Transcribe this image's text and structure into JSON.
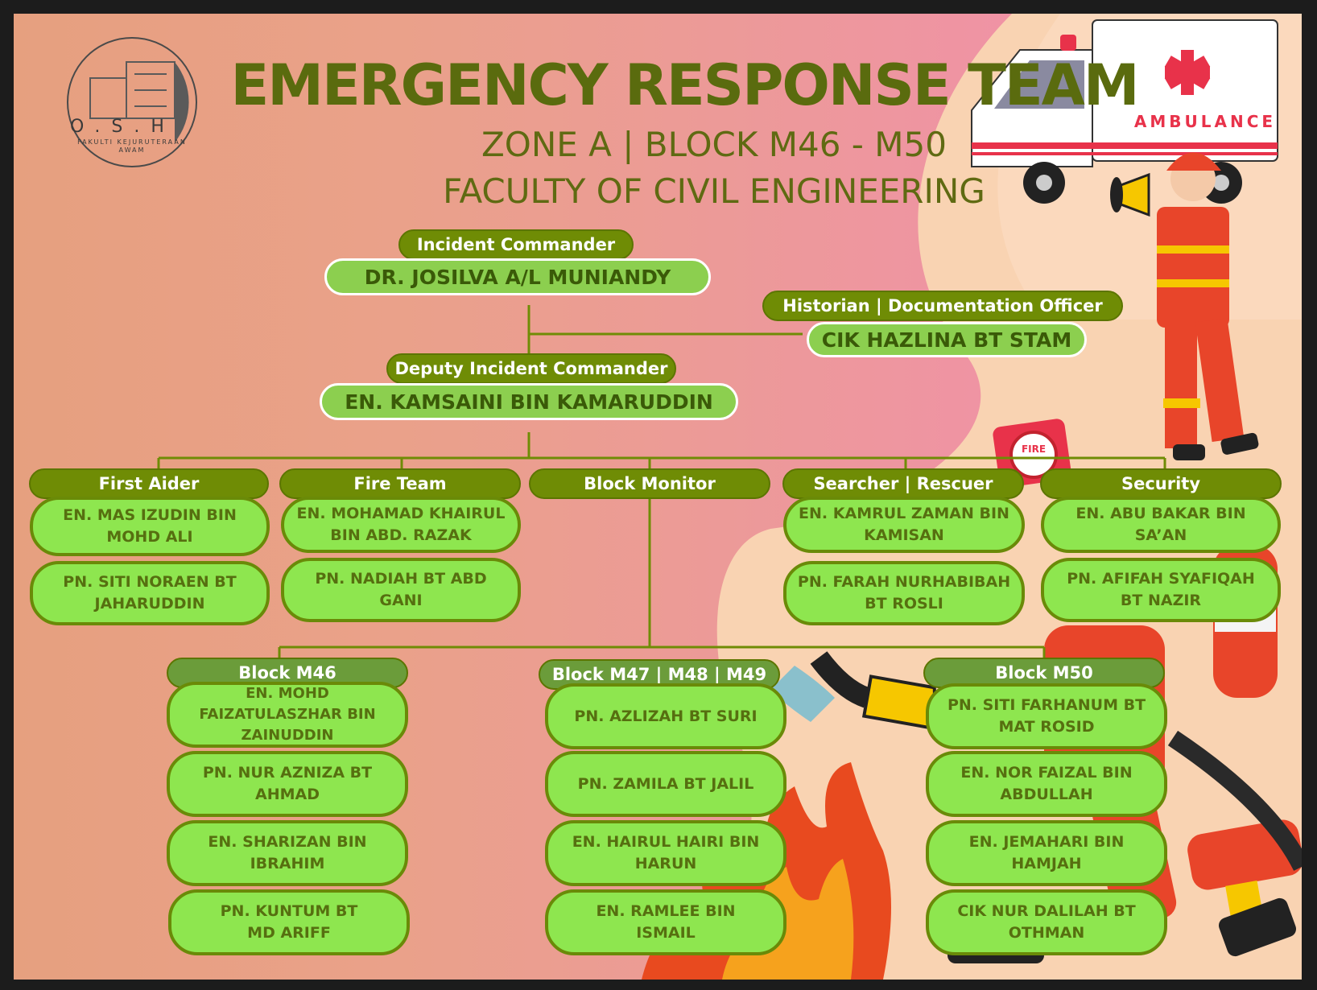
{
  "header": {
    "title": "EMERGENCY RESPONSE TEAM",
    "subtitle_zone": "ZONE A | BLOCK M46 - M50",
    "subtitle_faculty": "FACULTY OF CIVIL ENGINEERING"
  },
  "logo": {
    "letters": "O.S.H",
    "text": "FAKULTI KEJURUTERAAN AWAM"
  },
  "ambulance_label": "AMBULANCE",
  "fire_alarm_label": "FIRE",
  "commander": {
    "role": "Incident Commander",
    "name": "DR. JOSILVA A/L MUNIANDY"
  },
  "historian": {
    "role": "Historian | Documentation Officer",
    "name": "CIK HAZLINA BT STAM"
  },
  "deputy": {
    "role": "Deputy Incident Commander",
    "name": "EN. KAMSAINI BIN KAMARUDDIN"
  },
  "teams": [
    {
      "role": "First Aider",
      "members": [
        [
          "EN. MAS IZUDIN BIN",
          "MOHD ALI"
        ],
        [
          "PN. SITI NORAEN BT",
          "JAHARUDDIN"
        ]
      ]
    },
    {
      "role": "Fire Team",
      "members": [
        [
          "EN. MOHAMAD KHAIRUL",
          "BIN ABD. RAZAK"
        ],
        [
          "PN. NADIAH BT ABD",
          "GANI"
        ]
      ]
    },
    {
      "role": "Block Monitor",
      "members": []
    },
    {
      "role": "Searcher | Rescuer",
      "members": [
        [
          "EN. KAMRUL ZAMAN BIN",
          "KAMISAN"
        ],
        [
          "PN. FARAH NURHABIBAH",
          "BT ROSLI"
        ]
      ]
    },
    {
      "role": "Security",
      "members": [
        [
          "EN. ABU BAKAR BIN",
          "SA’AN"
        ],
        [
          "PN. AFIFAH SYAFIQAH",
          "BT NAZIR"
        ]
      ]
    }
  ],
  "blocks": [
    {
      "role": "Block M46",
      "members": [
        [
          "EN. MOHD",
          "FAIZATULASZHAR BIN",
          "ZAINUDDIN"
        ],
        [
          "PN. NUR AZNIZA BT",
          "AHMAD"
        ],
        [
          "EN. SHARIZAN BIN",
          "IBRAHIM"
        ],
        [
          "PN. KUNTUM BT",
          "MD ARIFF"
        ]
      ]
    },
    {
      "role": "Block M47 | M48 | M49",
      "members": [
        [
          "PN. AZLIZAH BT SURI"
        ],
        [
          "PN. ZAMILA BT JALIL"
        ],
        [
          "EN. HAIRUL HAIRI BIN",
          "HARUN"
        ],
        [
          "EN. RAMLEE BIN",
          "ISMAIL"
        ]
      ]
    },
    {
      "role": "Block M50",
      "members": [
        [
          "PN. SITI FARHANUM BT",
          "MAT ROSID"
        ],
        [
          "EN. NOR FAIZAL BIN",
          "ABDULLAH"
        ],
        [
          "EN. JEMAHARI BIN",
          "HAMJAH"
        ],
        [
          "CIK NUR DALILAH BT",
          "OTHMAN"
        ]
      ]
    }
  ],
  "colors": {
    "role_fill": "#6f8c05",
    "name_fill": "#8ee64f",
    "title_color": "#5a6b0e",
    "connector": "#6f8c05"
  }
}
